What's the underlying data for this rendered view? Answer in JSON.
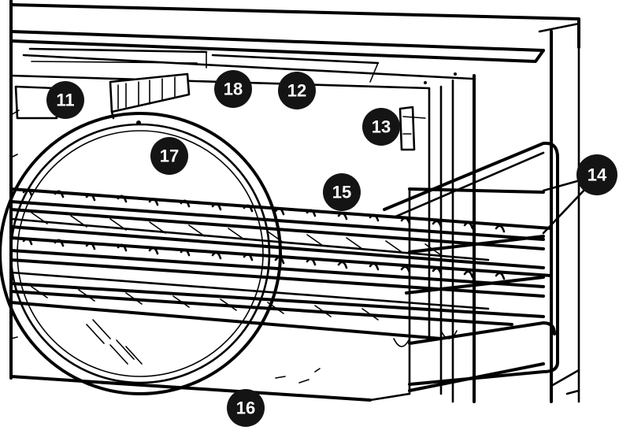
{
  "callouts": [
    {
      "id": "11",
      "label": "11"
    },
    {
      "id": "12",
      "label": "12"
    },
    {
      "id": "13",
      "label": "13"
    },
    {
      "id": "14",
      "label": "14"
    },
    {
      "id": "15",
      "label": "15"
    },
    {
      "id": "16",
      "label": "16"
    },
    {
      "id": "17",
      "label": "17"
    },
    {
      "id": "18",
      "label": "18"
    }
  ],
  "colors": {
    "line": "#000000",
    "callout": "#141414",
    "background": "#ffffff"
  }
}
